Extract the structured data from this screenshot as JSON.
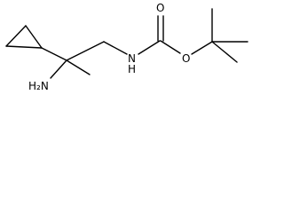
{
  "structure": {
    "atoms": {
      "amine_label": "H₂N",
      "amide_nitrogen_label": "N",
      "amide_hydrogen_label": "H",
      "carbonyl_oxygen_label": "O",
      "ester_oxygen_label": "O"
    },
    "colors": {
      "bond": "#000000",
      "label": "#000000",
      "background": "#ffffff"
    }
  }
}
